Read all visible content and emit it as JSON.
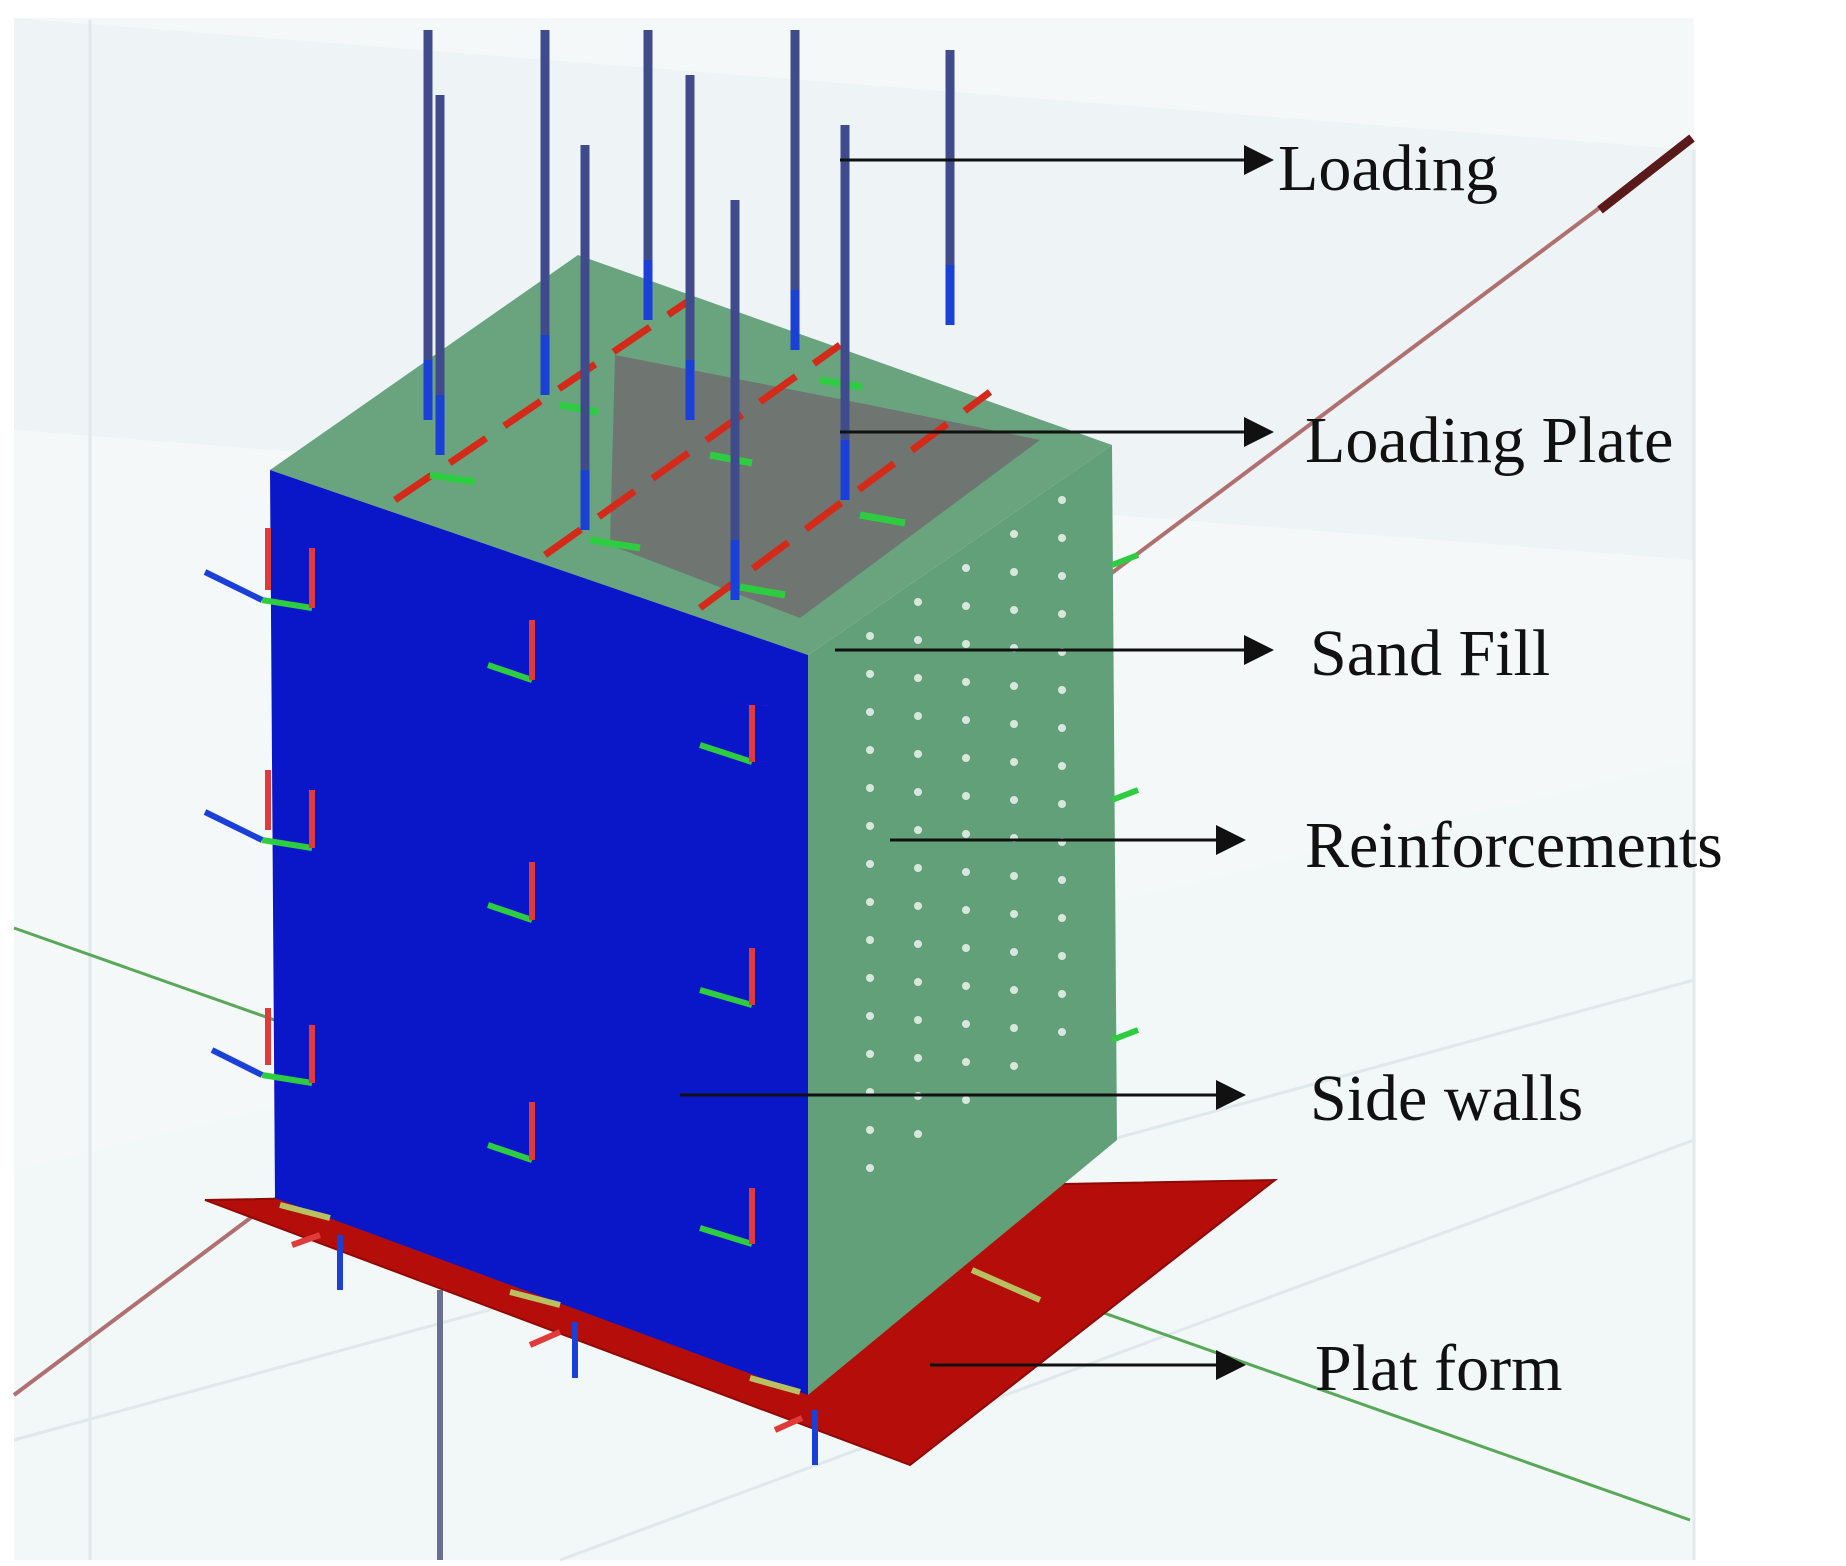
{
  "labels": {
    "loading": "Loading",
    "loading_plate": "Loading Plate",
    "sand_fill": "Sand Fill",
    "reinforcements": "Reinforcements",
    "side_walls": "Side walls",
    "plat_form": "Plat form"
  },
  "colors": {
    "side_wall": "#0a17c8",
    "sand_fill": "#62a079",
    "platform": "#b40d0a",
    "loading_plate": "#6f6f6f",
    "load_rod": "#3f4b8a",
    "reinforcement_dot": "#d7e7dc",
    "background": "#eef5f6",
    "axis_x": "#a55a5a",
    "axis_y": "#4a9a4a",
    "arrow": "#111111"
  }
}
